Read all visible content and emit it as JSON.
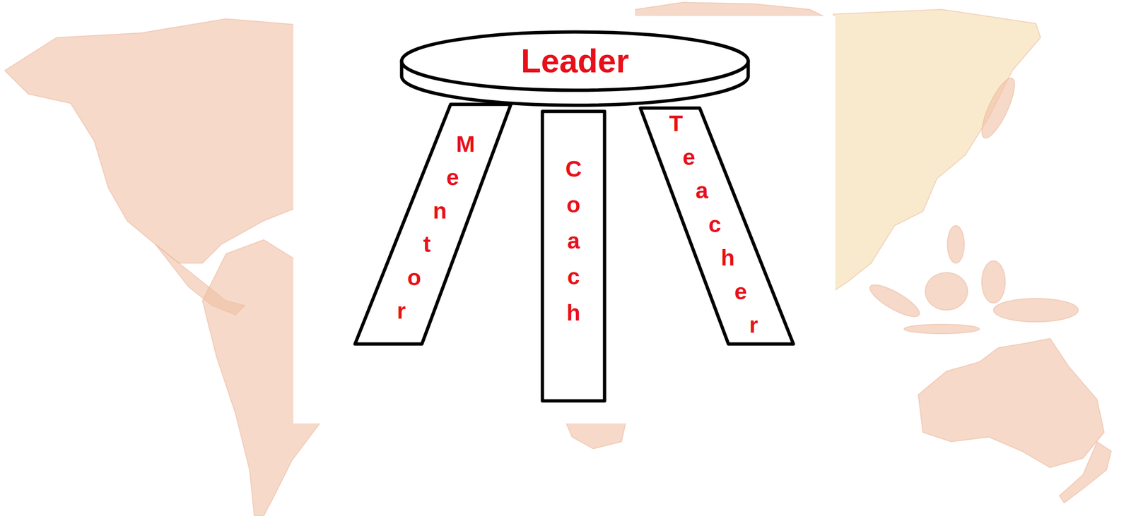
{
  "diagram": {
    "nodes": [
      {
        "text": [
          "Leader"
        ]
      },
      {
        "text": [
          "Mentor"
        ]
      },
      {
        "text": [
          "Coach"
        ]
      },
      {
        "text": [
          "Teacher"
        ]
      }
    ]
  }
}
